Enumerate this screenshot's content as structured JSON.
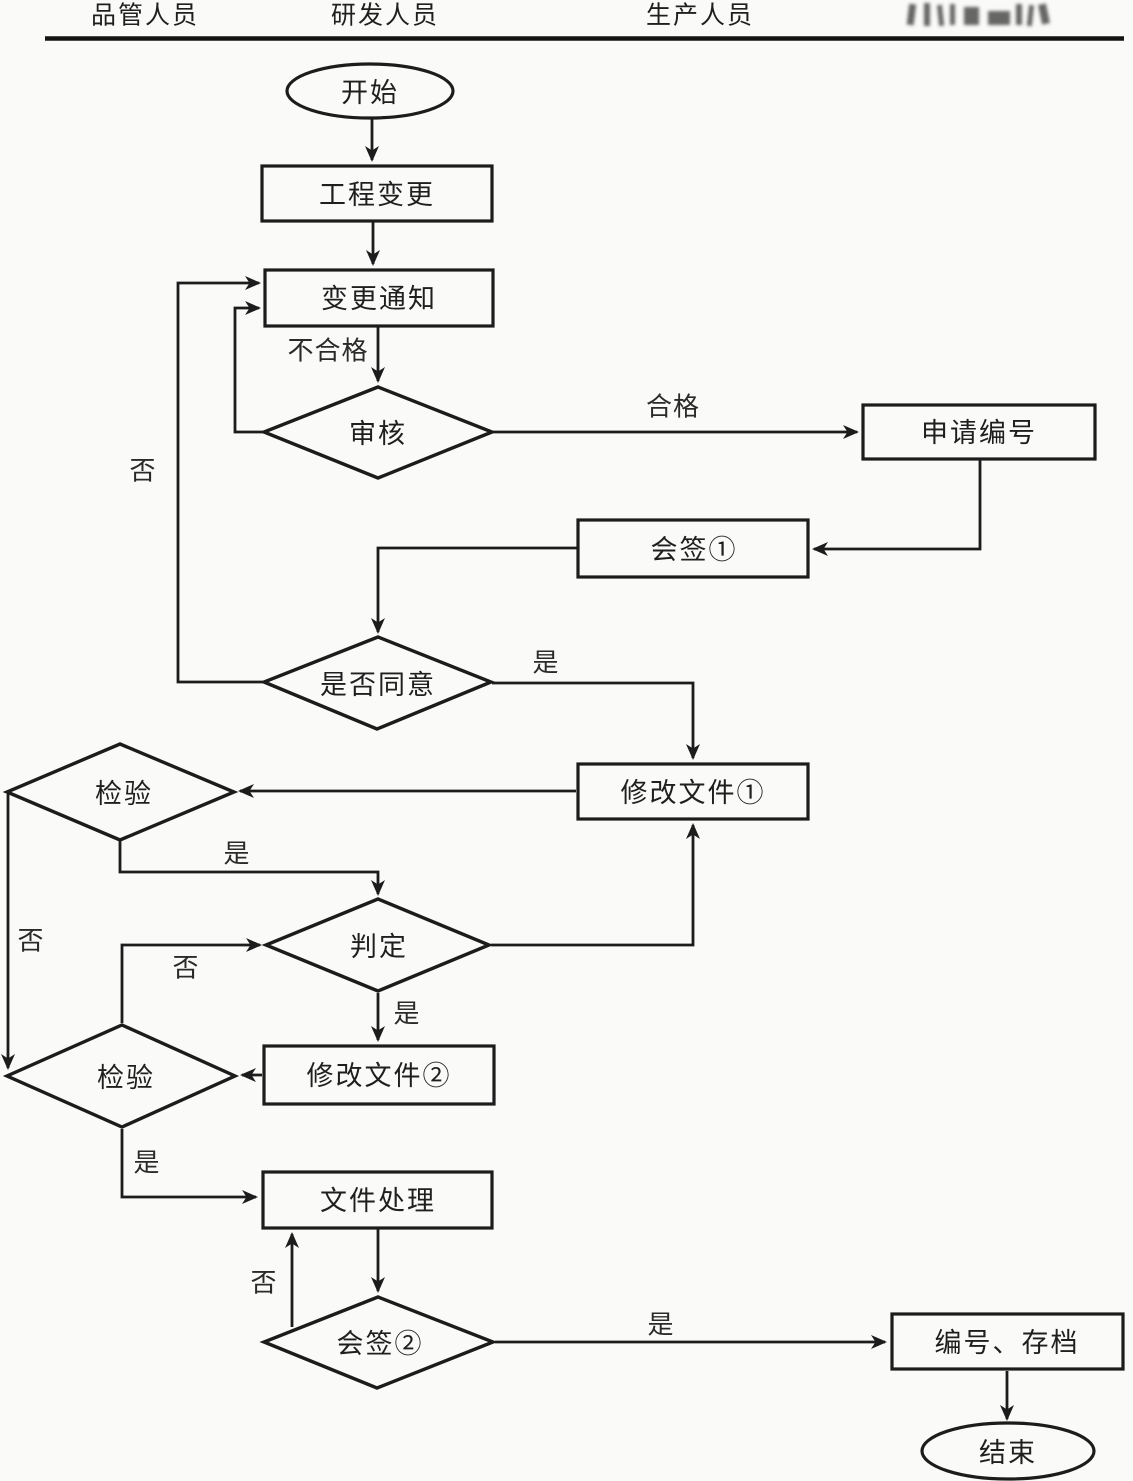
{
  "header": {
    "columns": [
      {
        "label": "品管人员"
      },
      {
        "label": "研发人员"
      },
      {
        "label": "生产人员"
      }
    ]
  },
  "nodes": {
    "start": {
      "label": "开始",
      "shape": "terminator"
    },
    "engineering_change": {
      "label": "工程变更",
      "shape": "process"
    },
    "change_notice": {
      "label": "变更通知",
      "shape": "process"
    },
    "review": {
      "label": "审核",
      "shape": "decision"
    },
    "apply_number": {
      "label": "申请编号",
      "shape": "process"
    },
    "countersign_1": {
      "label": "会签①",
      "shape": "process"
    },
    "agree": {
      "label": "是否同意",
      "shape": "decision"
    },
    "modify_doc_1": {
      "label": "修改文件①",
      "shape": "process"
    },
    "inspect_1": {
      "label": "检验",
      "shape": "decision"
    },
    "judge": {
      "label": "判定",
      "shape": "decision"
    },
    "modify_doc_2": {
      "label": "修改文件②",
      "shape": "process"
    },
    "inspect_2": {
      "label": "检验",
      "shape": "decision"
    },
    "doc_handling": {
      "label": "文件处理",
      "shape": "process"
    },
    "countersign_2": {
      "label": "会签②",
      "shape": "decision"
    },
    "number_archive": {
      "label": "编号、存档",
      "shape": "process"
    },
    "end": {
      "label": "结束",
      "shape": "terminator"
    }
  },
  "edge_labels": {
    "review_fail": "不合格",
    "review_pass": "合格",
    "agree_no": "否",
    "agree_yes": "是",
    "inspect1_yes": "是",
    "inspect1_no": "否",
    "judge_no": "否",
    "judge_yes": "是",
    "inspect2_yes": "是",
    "countersign2_no": "否",
    "countersign2_yes": "是"
  },
  "colors": {
    "line": "#1c1c1c",
    "text": "#1f1f1f",
    "background": "#fafaf8"
  }
}
